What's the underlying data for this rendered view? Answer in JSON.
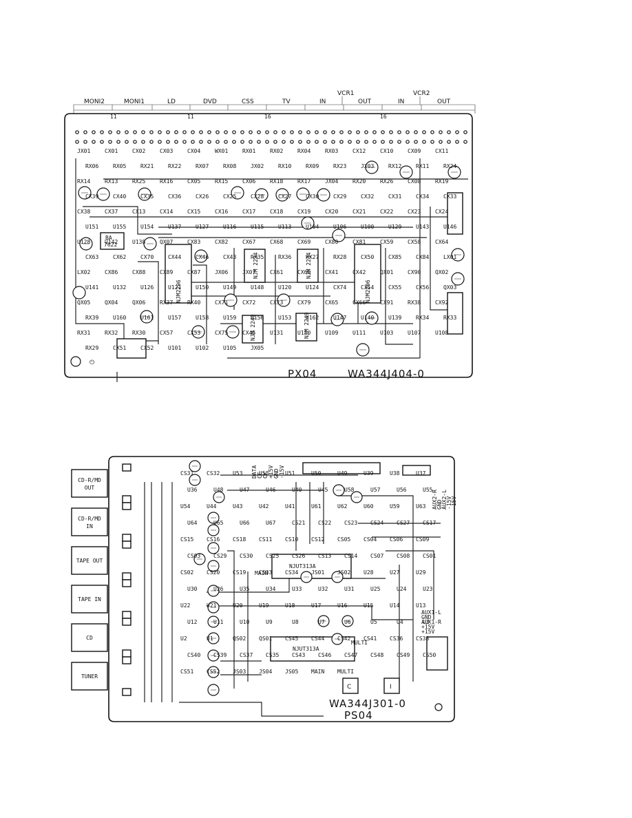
{
  "board1": {
    "name": "PX04",
    "part_no": "WA344J404-0",
    "header_top": [
      "VCR1",
      "VCR2"
    ],
    "header_groups": [
      "MONI2",
      "MONI1",
      "LD",
      "DVD",
      "CSS",
      "TV",
      "IN",
      "OUT",
      "IN",
      "OUT"
    ],
    "header_nums": [
      "11",
      "11",
      "16",
      "16"
    ],
    "ics": [
      {
        "id": "ic-nju2296-a",
        "label": "NJM2296"
      },
      {
        "id": "ic-njm2234-a",
        "label": "NJM\n2234"
      },
      {
        "id": "ic-njm2234-b",
        "label": "NJM\n2234"
      },
      {
        "id": "ic-nju2296-b",
        "label": "NJM2296"
      },
      {
        "id": "ic-njm2249-a",
        "label": "NJM\n2249"
      },
      {
        "id": "ic-njm2249-b",
        "label": "NJM\n2249"
      },
      {
        "id": "ic-ba7622",
        "label": "BA\n7622"
      }
    ],
    "labels": [
      "JX01",
      "CX01",
      "CX02",
      "CX03",
      "CX04",
      "WX01",
      "RX01",
      "RX02",
      "RX04",
      "RX03",
      "CX12",
      "CX10",
      "CX09",
      "CX11",
      "RX06",
      "RX05",
      "RX21",
      "RX22",
      "RX07",
      "RX08",
      "JX02",
      "RX10",
      "RX09",
      "RX23",
      "JX03",
      "RX12",
      "RX11",
      "RX24",
      "RX14",
      "RX13",
      "RX25",
      "RX16",
      "CX05",
      "RX15",
      "CX06",
      "RX18",
      "RX17",
      "JX04",
      "RX20",
      "RX26",
      "CX08",
      "RX19",
      "CX39",
      "CX40",
      "CX35",
      "CX36",
      "CX26",
      "CX25",
      "CX28",
      "CX27",
      "CX30",
      "CX29",
      "CX32",
      "CX31",
      "CX34",
      "CX33",
      "CX38",
      "CX37",
      "CX13",
      "CX14",
      "CX15",
      "CX16",
      "CX17",
      "CX18",
      "CX19",
      "CX20",
      "CX21",
      "CX22",
      "CX23",
      "CX24",
      "U151",
      "U155",
      "U154",
      "U137",
      "U127",
      "U116",
      "U115",
      "U113",
      "U104",
      "U106",
      "U100",
      "U129",
      "U143",
      "U146",
      "U128",
      "U142",
      "U138",
      "QX07",
      "CX83",
      "CX82",
      "CX67",
      "CX68",
      "CX69",
      "CX80",
      "CX81",
      "CX59",
      "CX58",
      "CX64",
      "CX63",
      "CX62",
      "CX70",
      "CX44",
      "CX46",
      "CX43",
      "RX35",
      "RX36",
      "RX27",
      "RX28",
      "CX50",
      "CX85",
      "CX84",
      "LX01",
      "LX02",
      "CX86",
      "CX88",
      "CX89",
      "CX87",
      "JX06",
      "JX07",
      "CX61",
      "CX60",
      "CX41",
      "CX42",
      "QX01",
      "CX90",
      "QX02",
      "U141",
      "U132",
      "U126",
      "U121",
      "U150",
      "U149",
      "U148",
      "U120",
      "U124",
      "CX74",
      "CX54",
      "CX55",
      "CX56",
      "QX03",
      "QX05",
      "QX04",
      "QX06",
      "RX37",
      "RX40",
      "CX71",
      "CX72",
      "CX73",
      "CX79",
      "CX65",
      "CX66",
      "CX91",
      "RX38",
      "CX92",
      "RX39",
      "U160",
      "U161",
      "U157",
      "U158",
      "U159",
      "U156",
      "U153",
      "U162",
      "U147",
      "U140",
      "U139",
      "RX34",
      "RX33",
      "RX31",
      "RX32",
      "RX30",
      "CX57",
      "CX53",
      "CX75",
      "CX45",
      "U131",
      "U110",
      "U109",
      "U111",
      "U103",
      "U107",
      "U108",
      "RX29",
      "CX51",
      "CX52",
      "U101",
      "U102",
      "U105",
      "JX05"
    ]
  },
  "board2": {
    "name": "PS04",
    "part_no": "WA344J301-0",
    "jacks": [
      "CD-R/MD\nOUT",
      "CD-R/MD\nIN",
      "TAPE OUT",
      "TAPE IN",
      "CD",
      "TUNER"
    ],
    "jack_inner": [
      "CD-R/MD\nOUT",
      "CD-R/MD\nIN",
      "TAPE OUT",
      "TAPE IN",
      "CD",
      "TUNER"
    ],
    "ics": [
      {
        "id": "ic-njut313a-main",
        "label": "NJUT313A",
        "sub": "MAIN"
      },
      {
        "id": "ic-njut313a-multi",
        "label": "NJUT313A",
        "sub": "MULTI"
      }
    ],
    "connector_top": [
      "DATA",
      "CE",
      "CK",
      "+15V",
      "GND",
      "-15V"
    ],
    "connector_side": [
      "AUX2-R",
      "GND",
      "AUX2-L",
      "-15V",
      "-15V"
    ],
    "connector_right": [
      "AUX1-L",
      "GND",
      "AUX1-R",
      "+15V",
      "+15V"
    ],
    "labels": [
      "CS31",
      "CS32",
      "U53",
      "U52",
      "U51",
      "U50",
      "U49",
      "U39",
      "U38",
      "U37",
      "U36",
      "U48",
      "U47",
      "U46",
      "U40",
      "U45",
      "U58",
      "U57",
      "U56",
      "U55",
      "U54",
      "U44",
      "U43",
      "U42",
      "U41",
      "U61",
      "U62",
      "U60",
      "U59",
      "U63",
      "U64",
      "U65",
      "U66",
      "U67",
      "CS21",
      "CS22",
      "CS23",
      "CS24",
      "CS27",
      "CS17",
      "CS15",
      "CS16",
      "CS18",
      "CS11",
      "CS10",
      "CS12",
      "CS05",
      "CS04",
      "CS06",
      "CS09",
      "CS03",
      "CS29",
      "CS30",
      "CS25",
      "CS26",
      "CS13",
      "CS14",
      "CS07",
      "CS08",
      "CS01",
      "CS02",
      "CS20",
      "CS19",
      "CS33",
      "CS34",
      "JS01",
      "JS02",
      "U28",
      "U27",
      "U29",
      "U30",
      "U26",
      "U35",
      "U34",
      "U33",
      "U32",
      "U31",
      "U25",
      "U24",
      "U23",
      "U22",
      "U21",
      "U20",
      "U19",
      "U18",
      "U17",
      "U16",
      "U15",
      "U14",
      "U13",
      "U12",
      "U11",
      "U10",
      "U9",
      "U8",
      "U7",
      "U6",
      "U5",
      "U4",
      "U3",
      "U2",
      "U1",
      "QS02",
      "QS01",
      "CS45",
      "CS44",
      "CS42",
      "CS41",
      "CS36",
      "CS38",
      "CS40",
      "CS39",
      "CS37",
      "CS35",
      "CS43",
      "CS46",
      "CS47",
      "CS48",
      "CS49",
      "CS50",
      "CS51",
      "CS52",
      "JS03",
      "JS04",
      "JS05",
      "MAIN",
      "MULTI"
    ]
  }
}
